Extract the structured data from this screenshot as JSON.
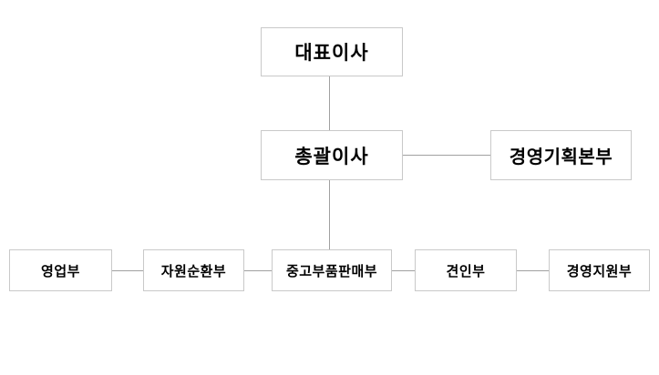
{
  "org_chart": {
    "ceo": {
      "label": "대표이사"
    },
    "executive": {
      "label": "총괄이사"
    },
    "planning_division": {
      "label": "경영기획본부"
    },
    "departments": [
      {
        "label": "영업부"
      },
      {
        "label": "자원순환부"
      },
      {
        "label": "중고부품판매부"
      },
      {
        "label": "견인부"
      },
      {
        "label": "경영지원부"
      }
    ]
  },
  "colors": {
    "background": "#ffffff",
    "box_fill": "#ffffff",
    "box_border": "#c9c9c9",
    "connector_line": "#a0a0a0",
    "text": "#000000"
  }
}
